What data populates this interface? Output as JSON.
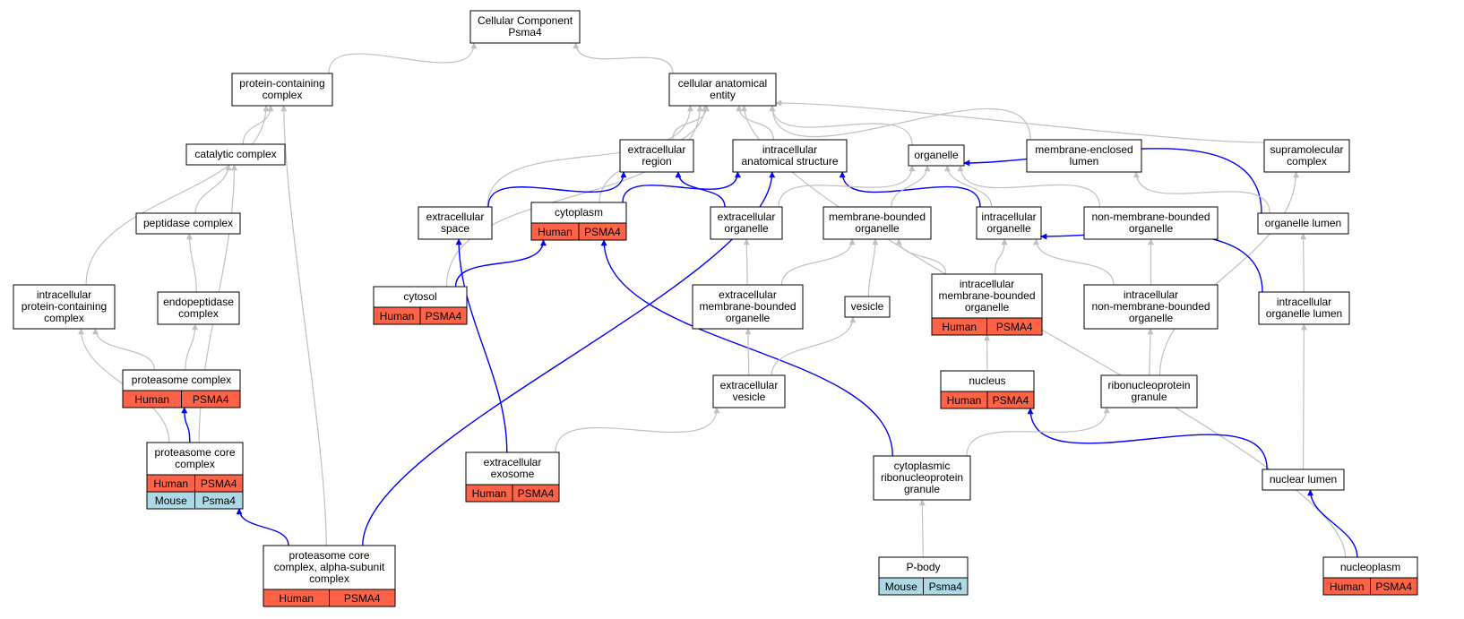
{
  "colors": {
    "node_border": "#000000",
    "node_fill": "#ffffff",
    "human_fill": "#ff6347",
    "mouse_fill": "#add8e6",
    "edge_gray": "#c0c0c0",
    "edge_blue": "#0000ff"
  },
  "nodes": {
    "root": {
      "lines": [
        "Cellular Component",
        "Psma4"
      ]
    },
    "protein_containing_complex": {
      "lines": [
        "protein-containing",
        "complex"
      ]
    },
    "cellular_anatomical_entity": {
      "lines": [
        "cellular anatomical",
        "entity"
      ]
    },
    "catalytic_complex": {
      "lines": [
        "catalytic complex"
      ]
    },
    "peptidase_complex": {
      "lines": [
        "peptidase complex"
      ]
    },
    "endopeptidase_complex": {
      "lines": [
        "endopeptidase",
        "complex"
      ]
    },
    "intracellular_protein_containing_complex": {
      "lines": [
        "intracellular",
        "protein-containing",
        "complex"
      ]
    },
    "proteasome_complex": {
      "lines": [
        "proteasome complex"
      ],
      "rows": [
        [
          "Human",
          "PSMA4"
        ]
      ]
    },
    "proteasome_core_complex": {
      "lines": [
        "proteasome core",
        "complex"
      ],
      "rows": [
        [
          "Human",
          "PSMA4"
        ],
        [
          "Mouse",
          "Psma4"
        ]
      ]
    },
    "proteasome_core_alpha": {
      "lines": [
        "proteasome core",
        "complex, alpha-subunit",
        "complex"
      ],
      "rows": [
        [
          "Human",
          "PSMA4"
        ]
      ]
    },
    "extracellular_region": {
      "lines": [
        "extracellular",
        "region"
      ]
    },
    "intracellular_anatomical_structure": {
      "lines": [
        "intracellular",
        "anatomical structure"
      ]
    },
    "organelle": {
      "lines": [
        "organelle"
      ]
    },
    "membrane_enclosed_lumen": {
      "lines": [
        "membrane-enclosed",
        "lumen"
      ]
    },
    "supramolecular_complex": {
      "lines": [
        "supramolecular",
        "complex"
      ]
    },
    "extracellular_space": {
      "lines": [
        "extracellular",
        "space"
      ]
    },
    "cytoplasm": {
      "lines": [
        "cytoplasm"
      ],
      "rows": [
        [
          "Human",
          "PSMA4"
        ]
      ]
    },
    "extracellular_organelle": {
      "lines": [
        "extracellular",
        "organelle"
      ]
    },
    "membrane_bounded_organelle": {
      "lines": [
        "membrane-bounded",
        "organelle"
      ]
    },
    "intracellular_organelle": {
      "lines": [
        "intracellular",
        "organelle"
      ]
    },
    "non_membrane_bounded_organelle": {
      "lines": [
        "non-membrane-bounded",
        "organelle"
      ]
    },
    "organelle_lumen": {
      "lines": [
        "organelle lumen"
      ]
    },
    "cytosol": {
      "lines": [
        "cytosol"
      ],
      "rows": [
        [
          "Human",
          "PSMA4"
        ]
      ]
    },
    "extracellular_membrane_bounded_organelle": {
      "lines": [
        "extracellular",
        "membrane-bounded",
        "organelle"
      ]
    },
    "vesicle": {
      "lines": [
        "vesicle"
      ]
    },
    "intracellular_membrane_bounded_organelle": {
      "lines": [
        "intracellular",
        "membrane-bounded",
        "organelle"
      ],
      "rows": [
        [
          "Human",
          "PSMA4"
        ]
      ]
    },
    "intracellular_non_membrane_bounded_organelle": {
      "lines": [
        "intracellular",
        "non-membrane-bounded",
        "organelle"
      ]
    },
    "intracellular_organelle_lumen": {
      "lines": [
        "intracellular",
        "organelle lumen"
      ]
    },
    "extracellular_vesicle": {
      "lines": [
        "extracellular",
        "vesicle"
      ]
    },
    "nucleus": {
      "lines": [
        "nucleus"
      ],
      "rows": [
        [
          "Human",
          "PSMA4"
        ]
      ]
    },
    "ribonucleoprotein_granule": {
      "lines": [
        "ribonucleoprotein",
        "granule"
      ]
    },
    "extracellular_exosome": {
      "lines": [
        "extracellular",
        "exosome"
      ],
      "rows": [
        [
          "Human",
          "PSMA4"
        ]
      ]
    },
    "cytoplasmic_ribonucleoprotein_granule": {
      "lines": [
        "cytoplasmic",
        "ribonucleoprotein",
        "granule"
      ]
    },
    "nuclear_lumen": {
      "lines": [
        "nuclear lumen"
      ]
    },
    "p_body": {
      "lines": [
        "P-body"
      ],
      "rows": [
        [
          "Mouse",
          "Psma4"
        ]
      ]
    },
    "nucleoplasm": {
      "lines": [
        "nucleoplasm"
      ],
      "rows": [
        [
          "Human",
          "PSMA4"
        ]
      ]
    }
  }
}
